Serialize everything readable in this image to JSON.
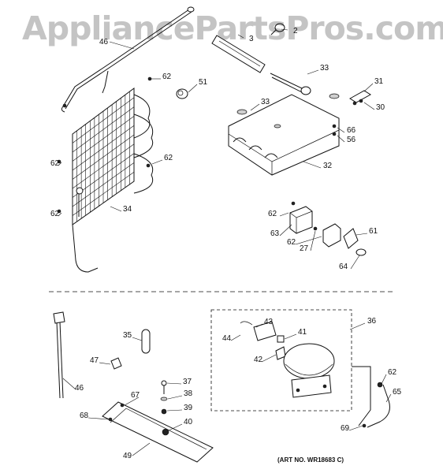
{
  "watermark": "AppliancePartsPros.com",
  "art_number": "(ART NO. WR18683 C)",
  "callouts": [
    "2",
    "3",
    "46",
    "62",
    "51",
    "33",
    "31",
    "30",
    "33",
    "66",
    "56",
    "62",
    "62",
    "32",
    "34",
    "62",
    "62",
    "63",
    "61",
    "62",
    "27",
    "64",
    "36",
    "43",
    "41",
    "44",
    "35",
    "42",
    "47",
    "37",
    "62",
    "46",
    "67",
    "38",
    "65",
    "68",
    "39",
    "40",
    "69",
    "49"
  ]
}
